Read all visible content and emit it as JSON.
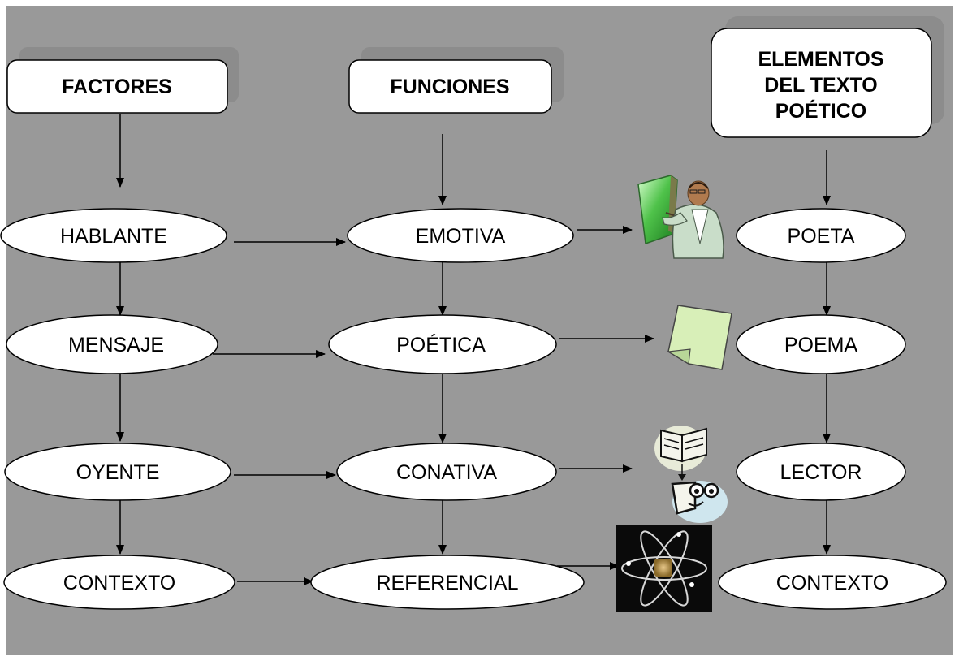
{
  "diagram": {
    "columns": {
      "factores": {
        "header": "FACTORES",
        "nodes": [
          "HABLANTE",
          "MENSAJE",
          "OYENTE",
          "CONTEXTO"
        ]
      },
      "funciones": {
        "header": "FUNCIONES",
        "nodes": [
          "EMOTIVA",
          "POÉTICA",
          "CONATIVA",
          "REFERENCIAL"
        ]
      },
      "elementos": {
        "header_lines": [
          "ELEMENTOS",
          "DEL TEXTO",
          "POÉTICO"
        ],
        "nodes": [
          "POETA",
          "POEMA",
          "LECTOR",
          "CONTEXTO"
        ]
      }
    },
    "illustrations": [
      "teacher-presenting-icon",
      "blank-page-icon",
      "reader-book-icon",
      "atom-icon"
    ],
    "colors": {
      "background": "#999999",
      "node_fill": "#ffffff",
      "stroke": "#000000",
      "header_shadow": "#8c8c8c"
    }
  }
}
